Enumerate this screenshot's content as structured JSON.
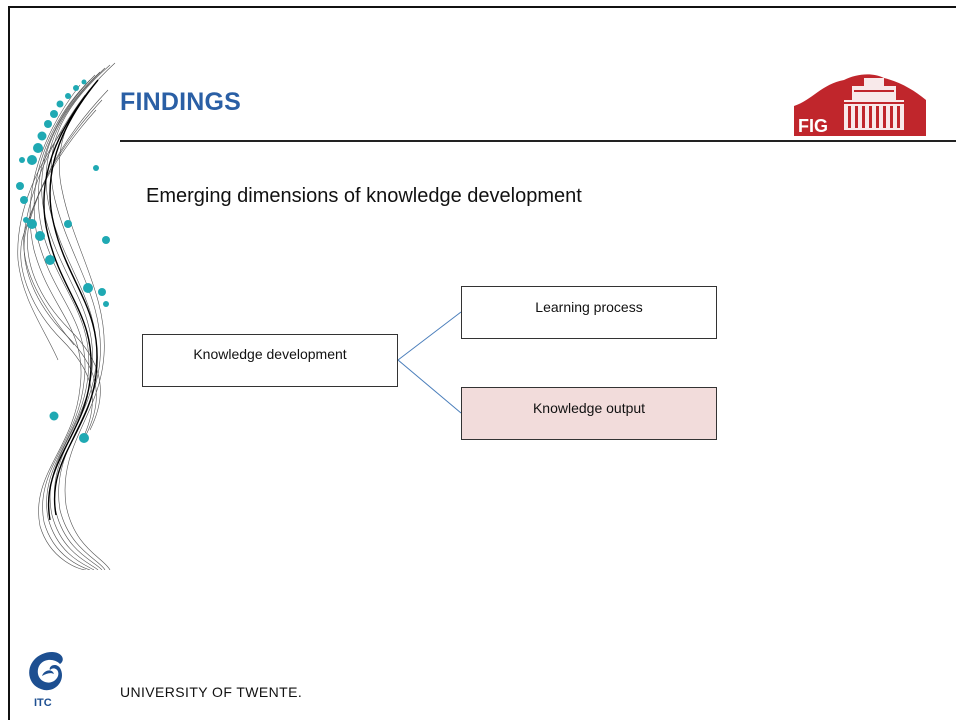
{
  "slide": {
    "title": "FINDINGS",
    "subtitle": "Emerging dimensions of knowledge development",
    "footer": "UNIVERSITY OF TWENTE.",
    "colors": {
      "title": "#2a5fa5",
      "accent_dots": "#1fa9b3",
      "fig_red": "#c0262c",
      "output_box_fill": "#f2dcdb"
    }
  },
  "diagram": {
    "root": "Knowledge development",
    "children": [
      "Learning process",
      "Knowledge output"
    ]
  },
  "logos": {
    "fig": "FIG",
    "itc": "ITC"
  }
}
